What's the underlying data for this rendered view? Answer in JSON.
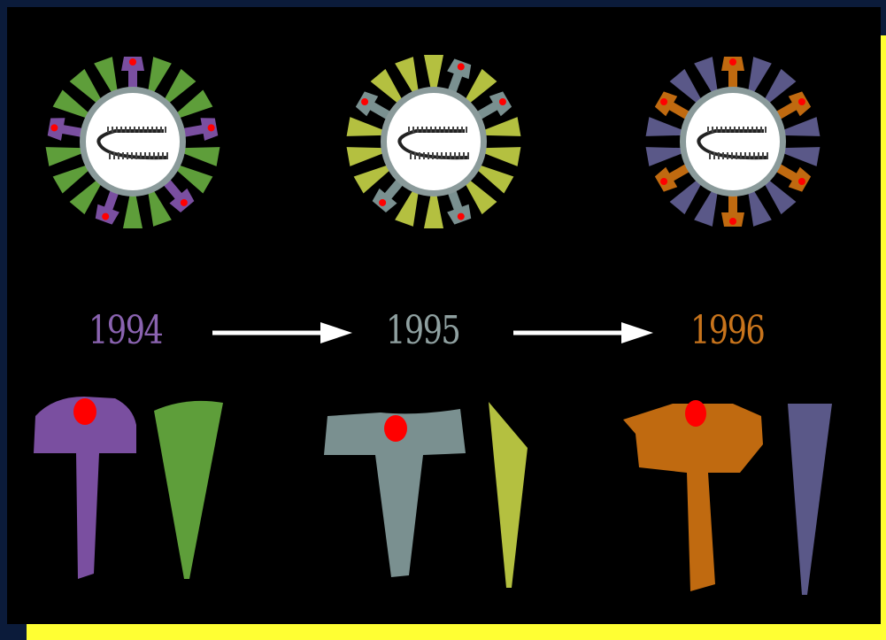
{
  "years": [
    {
      "label": "1994",
      "color": "#8a63b0"
    },
    {
      "label": "1995",
      "color": "#8fa0a0"
    },
    {
      "label": "1996",
      "color": "#c8741c"
    }
  ],
  "colors": {
    "background": "#000000",
    "outer_frame": "#0b1b3a",
    "yellow_frame": "#ffff33",
    "virus_core": "#ffffff",
    "envelope": "#8a9a9a",
    "arrow": "#ffffff",
    "antigen_site": "#ff0000",
    "hemagglutinin_1994": "#7a4fa0",
    "neuraminidase_1994": "#5e9e3a",
    "hemagglutinin_1995": "#7a9090",
    "neuraminidase_1995": "#b4c040",
    "hemagglutinin_1996": "#c06a10",
    "neuraminidase_1996": "#5a5888"
  },
  "icons": [
    "influenza-virus-icon",
    "hemagglutinin-spike-icon",
    "neuraminidase-spike-icon",
    "arrow-right-icon",
    "antigenic-site-dot-icon"
  ]
}
